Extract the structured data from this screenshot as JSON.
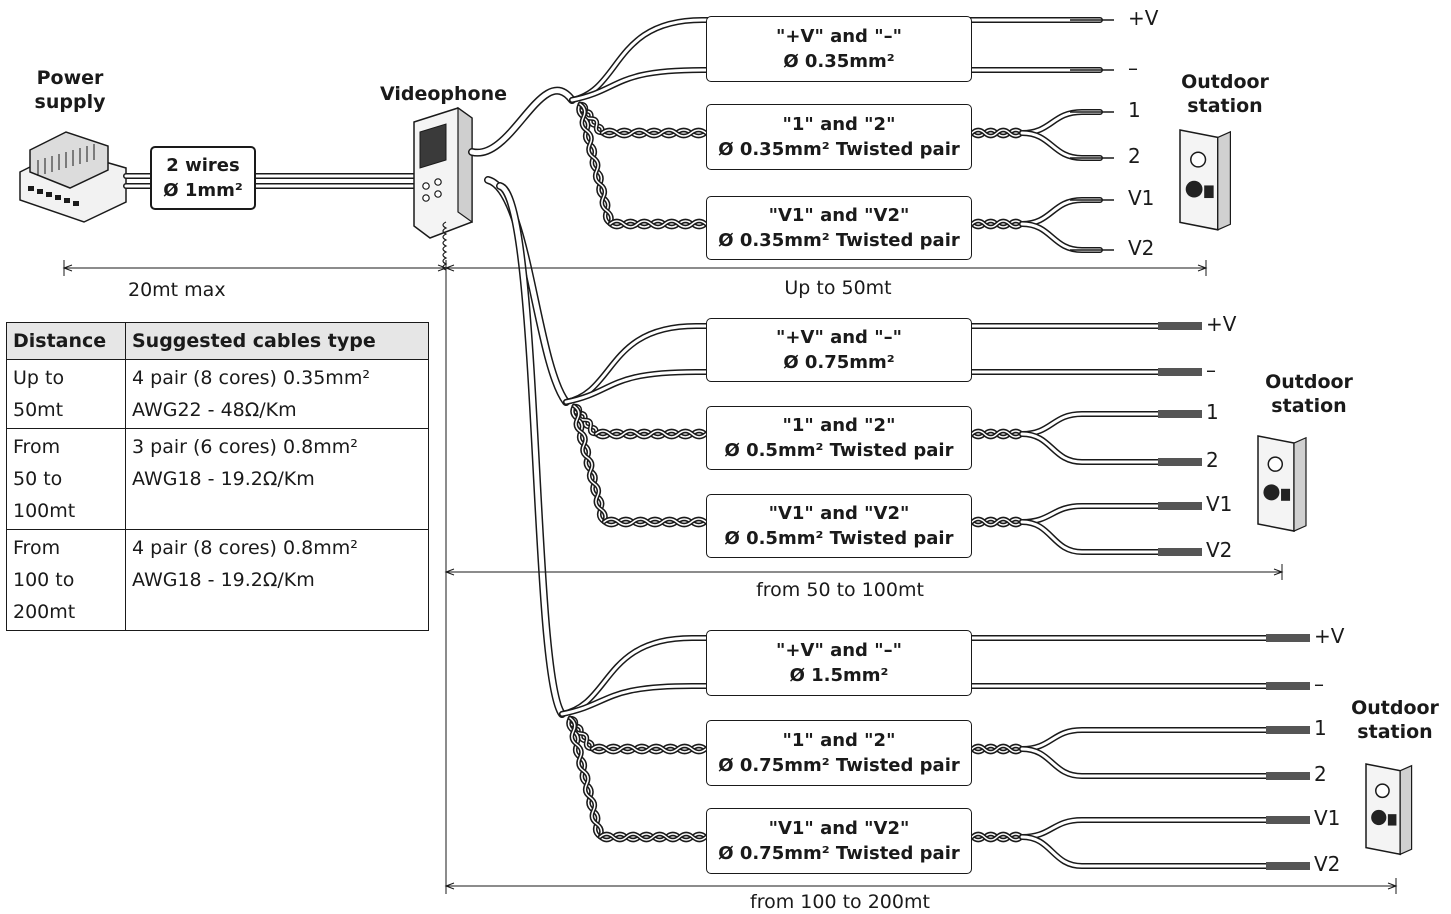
{
  "labels": {
    "power_supply": [
      "Power",
      "supply"
    ],
    "videophone": "Videophone",
    "outdoor_station": [
      "Outdoor",
      "station"
    ],
    "power_wires": [
      "2 wires",
      "Ø 1mm²"
    ]
  },
  "distances": {
    "power": "20mt max",
    "group1": "Up to 50mt",
    "group2": "from 50 to 100mt",
    "group3": "from 100 to 200mt"
  },
  "groups": [
    {
      "boxes": [
        [
          "\"+V\" and \"–\"",
          "Ø 0.35mm²"
        ],
        [
          "\"1\" and \"2\"",
          "Ø 0.35mm² Twisted pair"
        ],
        [
          "\"V1\" and \"V2\"",
          "Ø 0.35mm² Twisted pair"
        ]
      ],
      "wires": [
        "+V",
        "–",
        "1",
        "2",
        "V1",
        "V2"
      ]
    },
    {
      "boxes": [
        [
          "\"+V\" and \"–\"",
          "Ø 0.75mm²"
        ],
        [
          "\"1\" and \"2\"",
          "Ø 0.5mm² Twisted pair"
        ],
        [
          "\"V1\" and \"V2\"",
          "Ø 0.5mm² Twisted pair"
        ]
      ],
      "wires": [
        "+V",
        "–",
        "1",
        "2",
        "V1",
        "V2"
      ]
    },
    {
      "boxes": [
        [
          "\"+V\" and \"–\"",
          "Ø 1.5mm²"
        ],
        [
          "\"1\" and \"2\"",
          "Ø 0.75mm² Twisted pair"
        ],
        [
          "\"V1\" and \"V2\"",
          "Ø 0.75mm² Twisted pair"
        ]
      ],
      "wires": [
        "+V",
        "–",
        "1",
        "2",
        "V1",
        "V2"
      ]
    }
  ],
  "table": {
    "headers": [
      "Distance",
      "Suggested cables type"
    ],
    "rows": [
      {
        "distance": [
          "Up to",
          "50mt"
        ],
        "cable": [
          "4 pair (8 cores) 0.35mm²",
          "AWG22 - 48Ω/Km"
        ]
      },
      {
        "distance": [
          "From",
          "50 to",
          "100mt"
        ],
        "cable": [
          "3 pair (6 cores) 0.8mm²",
          "AWG18 - 19.2Ω/Km"
        ]
      },
      {
        "distance": [
          "From",
          "100 to",
          "200mt"
        ],
        "cable": [
          "4 pair (8 cores) 0.8mm²",
          "AWG18 - 19.2Ω/Km"
        ]
      }
    ]
  }
}
